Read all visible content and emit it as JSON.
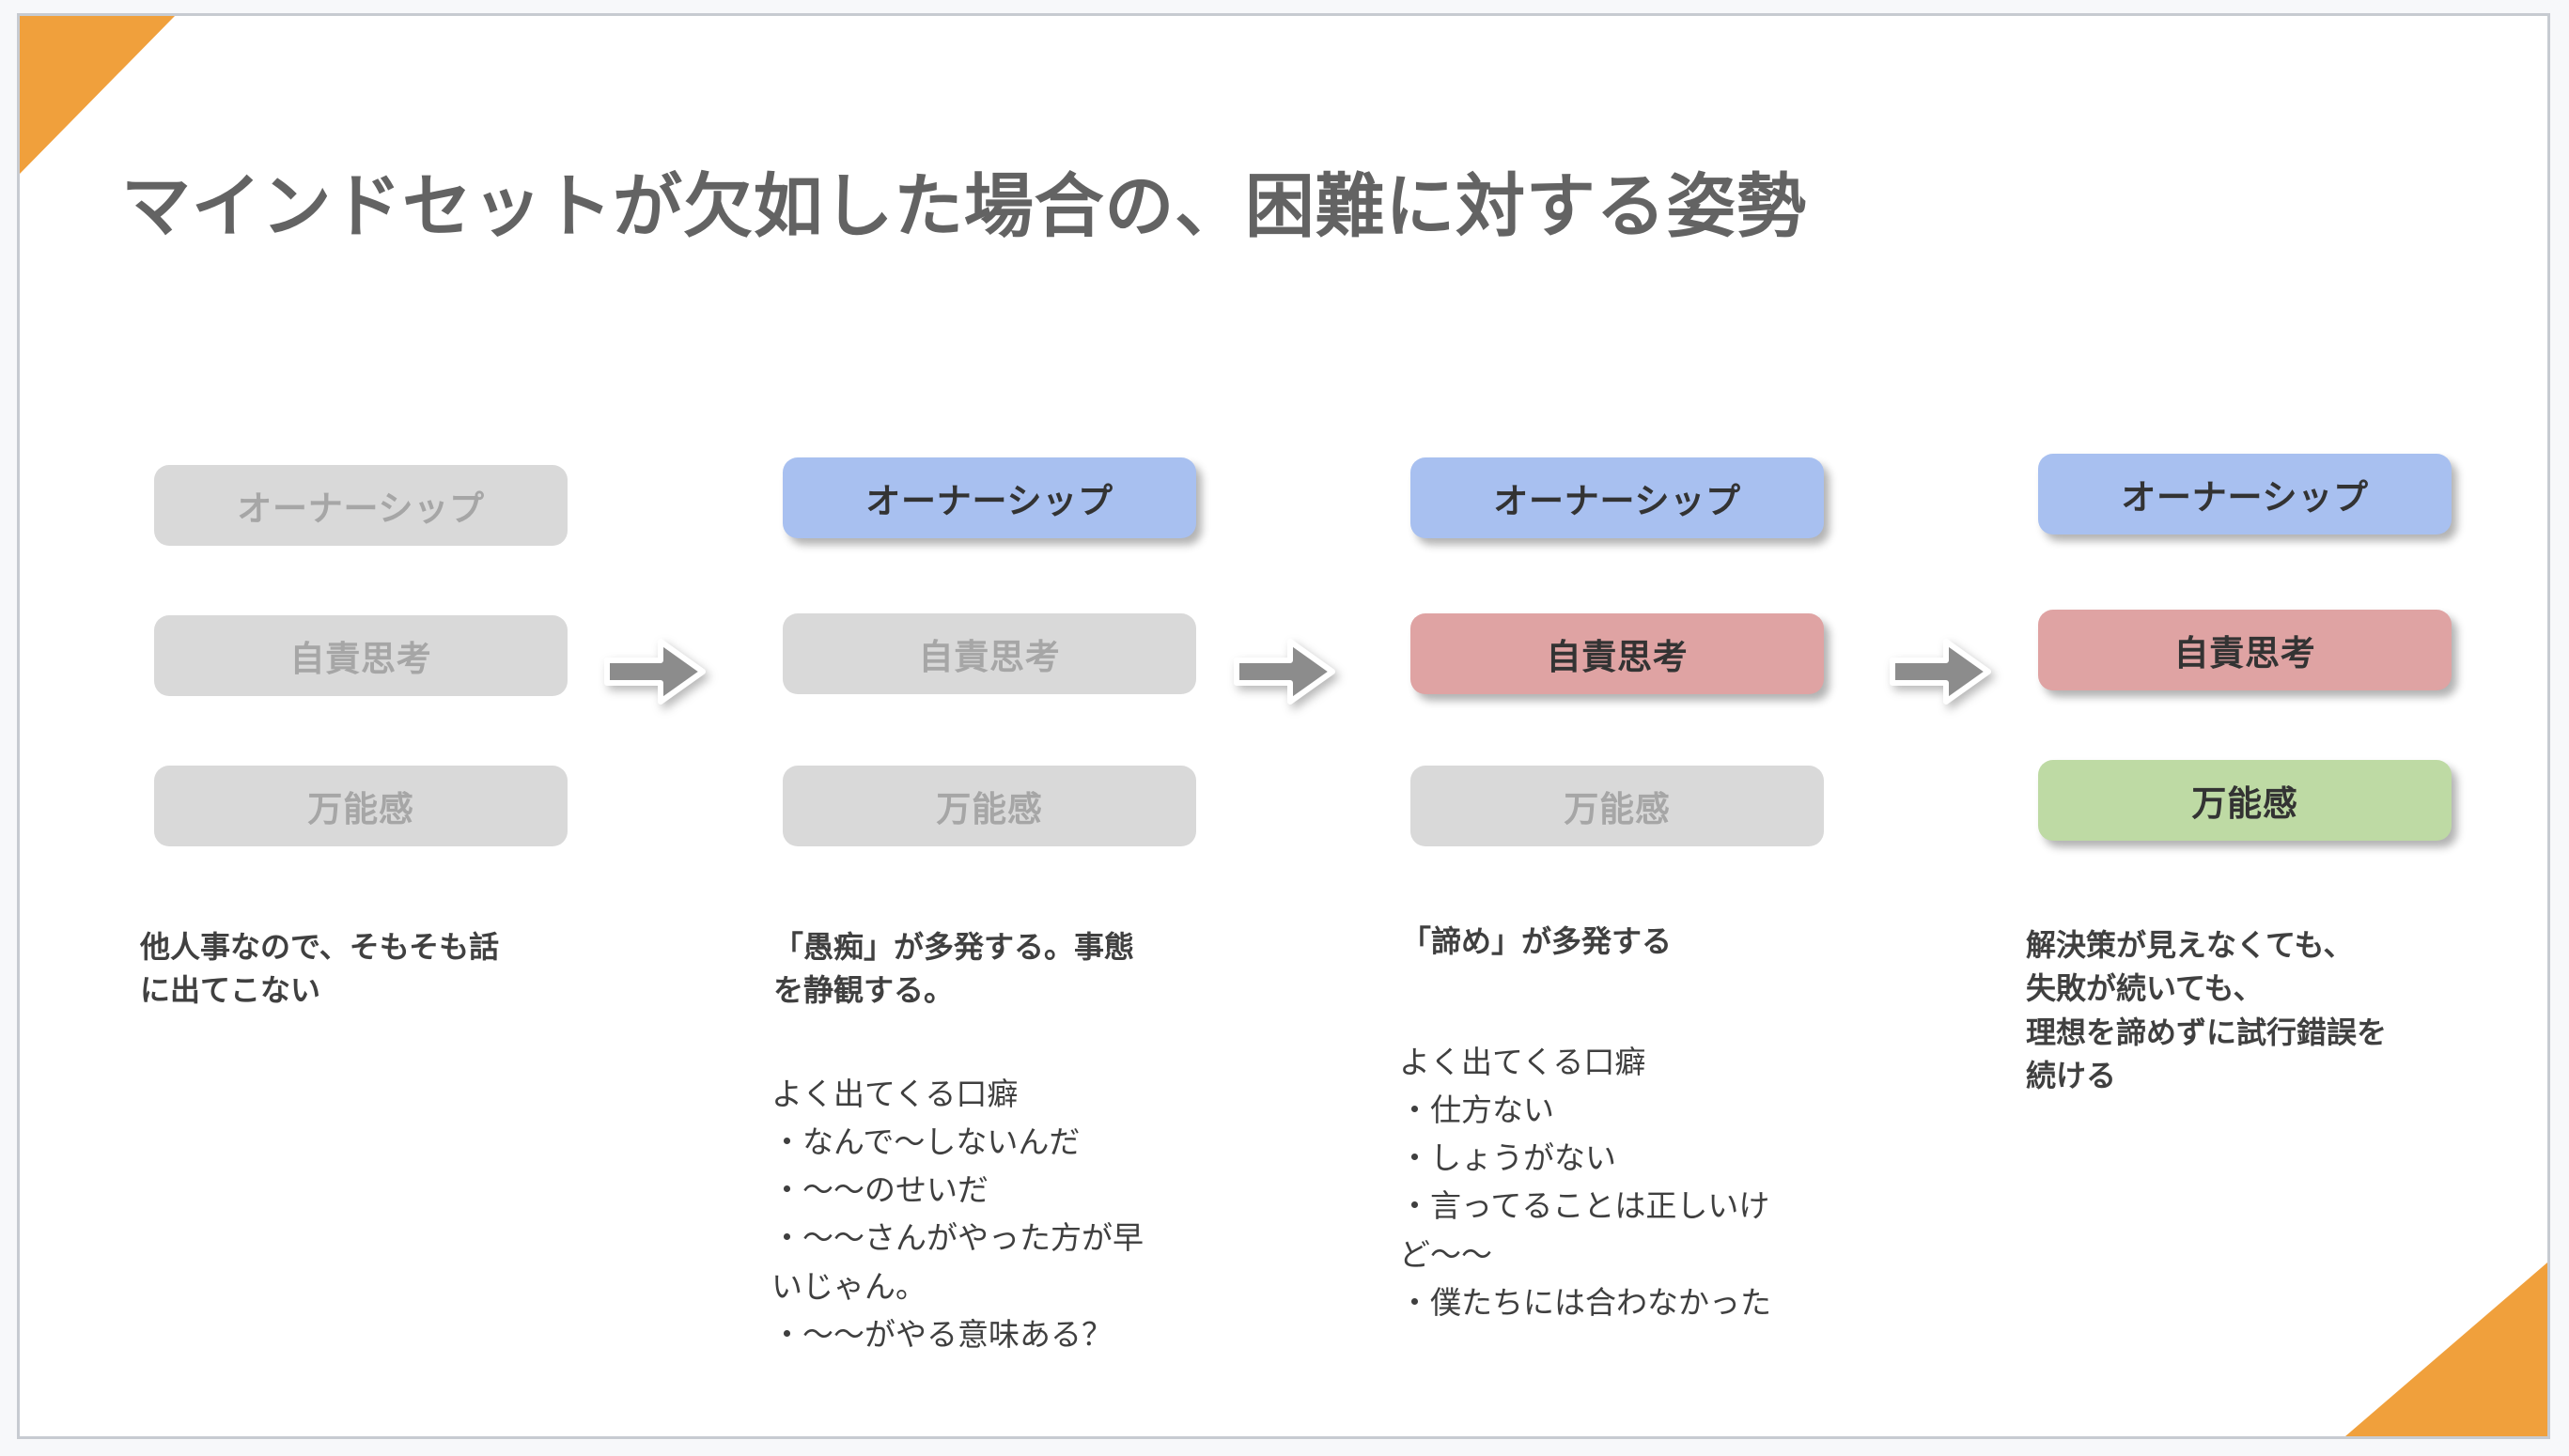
{
  "slide": {
    "title": "マインドセットが欠如した場合の、困難に対する姿勢",
    "accent_color": "#f0a03c",
    "title_color": "#636363",
    "background": "#ffffff"
  },
  "legend_colors": {
    "muted": "#d9d9d9",
    "muted_text": "#a6a6a6",
    "blue": "#a8c0f0",
    "red": "#dfa3a3",
    "green": "#bedaa4",
    "active_text": "#333333"
  },
  "row_labels": [
    "オーナーシップ",
    "自責思考",
    "万能感"
  ],
  "arrow": {
    "name": "right-arrow",
    "color": "#8c8c8c",
    "outline": "#ffffff"
  },
  "stages": [
    {
      "id": "stage-1",
      "pills": [
        {
          "label": "オーナーシップ",
          "state": "muted"
        },
        {
          "label": "自責思考",
          "state": "muted"
        },
        {
          "label": "万能感",
          "state": "muted"
        }
      ],
      "caption": "他人事なので、そもそも話\nに出てこない",
      "body": ""
    },
    {
      "id": "stage-2",
      "pills": [
        {
          "label": "オーナーシップ",
          "state": "blue"
        },
        {
          "label": "自責思考",
          "state": "muted"
        },
        {
          "label": "万能感",
          "state": "muted"
        }
      ],
      "caption": "「愚痴」が多発する。事態\nを静観する。",
      "body": "よく出てくる口癖\n・なんで〜しないんだ\n・〜〜のせいだ\n・〜〜さんがやった方が早\nいじゃん。\n・〜〜がやる意味ある？"
    },
    {
      "id": "stage-3",
      "pills": [
        {
          "label": "オーナーシップ",
          "state": "blue"
        },
        {
          "label": "自責思考",
          "state": "red"
        },
        {
          "label": "万能感",
          "state": "muted"
        }
      ],
      "caption": "「諦め」が多発する",
      "body": "よく出てくる口癖\n・仕方ない\n・しょうがない\n・言ってることは正しいけ\nど〜〜\n・僕たちには合わなかった"
    },
    {
      "id": "stage-4",
      "pills": [
        {
          "label": "オーナーシップ",
          "state": "blue"
        },
        {
          "label": "自責思考",
          "state": "red"
        },
        {
          "label": "万能感",
          "state": "green"
        }
      ],
      "caption": "解決策が見えなくても、\n失敗が続いても、\n理想を諦めずに試行錯誤を\n続ける",
      "body": ""
    }
  ]
}
